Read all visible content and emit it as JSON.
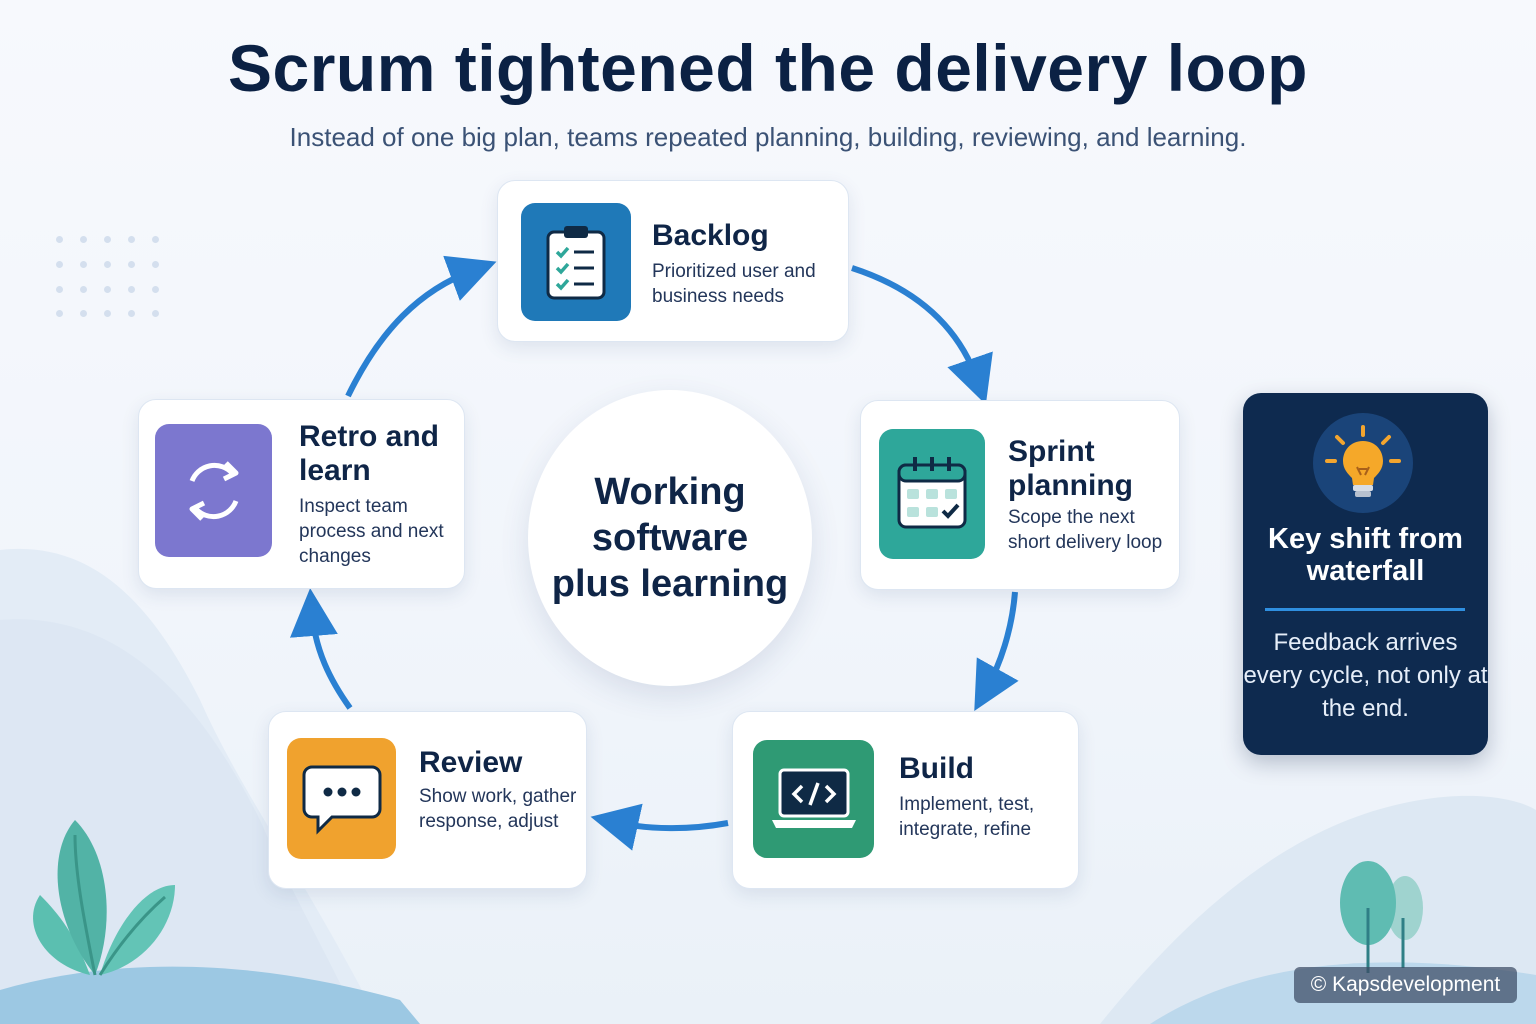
{
  "header": {
    "title": "Scrum tightened the delivery loop",
    "subtitle": "Instead of one big plan, teams repeated planning, building, reviewing, and learning."
  },
  "loop": {
    "center": "Working software plus learning",
    "steps": [
      {
        "id": "backlog",
        "title": "Backlog",
        "description": "Prioritized user and business needs",
        "icon": "clipboard-checklist-icon",
        "color": "#1f79b8"
      },
      {
        "id": "sprint-planning",
        "title": "Sprint planning",
        "description": "Scope the next short delivery loop",
        "icon": "calendar-check-icon",
        "color": "#2ea79a"
      },
      {
        "id": "build",
        "title": "Build",
        "description": "Implement, test, integrate, refine",
        "icon": "laptop-code-icon",
        "color": "#2f9a74"
      },
      {
        "id": "review",
        "title": "Review",
        "description": "Show work, gather response, adjust",
        "icon": "chat-bubble-icon",
        "color": "#f0a22e"
      },
      {
        "id": "retro",
        "title": "Retro and learn",
        "description": "Inspect team process and next changes",
        "icon": "cycle-arrows-icon",
        "color": "#7c77cf"
      }
    ],
    "arrow_color": "#2a80d2"
  },
  "key_shift": {
    "title": "Key shift from waterfall",
    "description": "Feedback arrives every cycle, not only at the end.",
    "icon": "lightbulb-icon",
    "background": "#0e2a4f"
  },
  "credit": "© Kapsdevelopment"
}
